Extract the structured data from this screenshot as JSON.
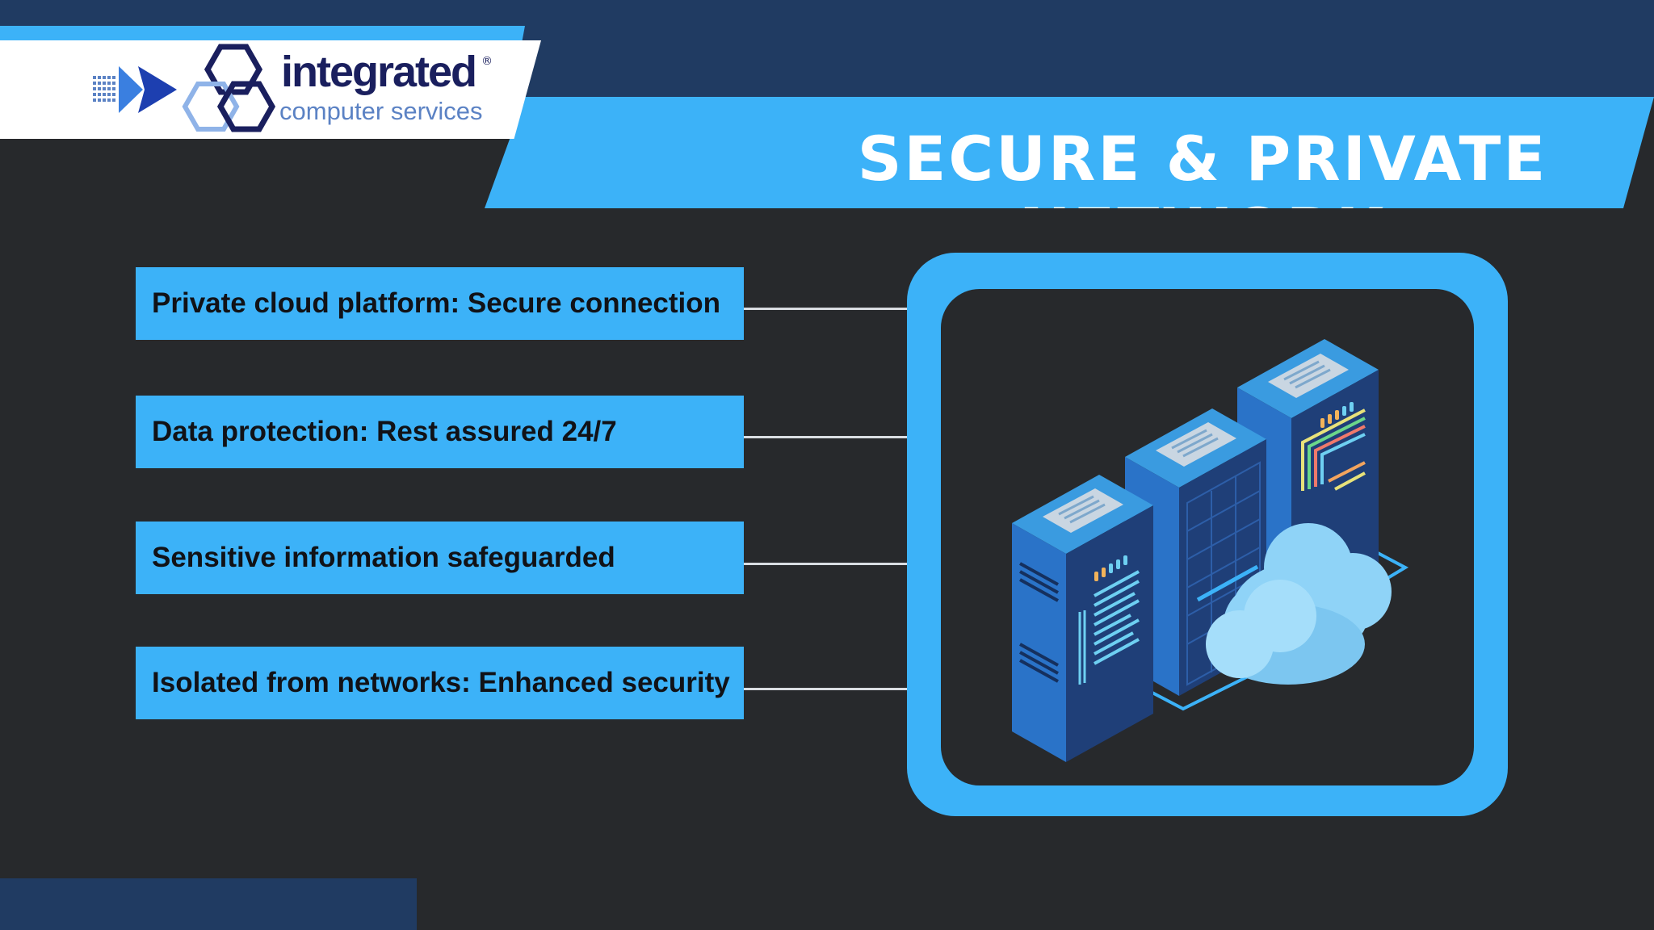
{
  "header": {
    "title": "SECURE & PRIVATE NETWORK"
  },
  "logo": {
    "name": "integrated",
    "sub": "computer services",
    "mark": "®"
  },
  "features": [
    {
      "label": "Private cloud platform: Secure connection"
    },
    {
      "label": "Data protection: Rest assured 24/7"
    },
    {
      "label": "Sensitive information safeguarded"
    },
    {
      "label": "Isolated from networks: Enhanced security"
    }
  ],
  "colors": {
    "background": "#27292c",
    "navy": "#203b62",
    "accent": "#3cb2f8"
  },
  "icons": {
    "servers": "server-rack-icon",
    "cloud": "cloud-icon"
  }
}
